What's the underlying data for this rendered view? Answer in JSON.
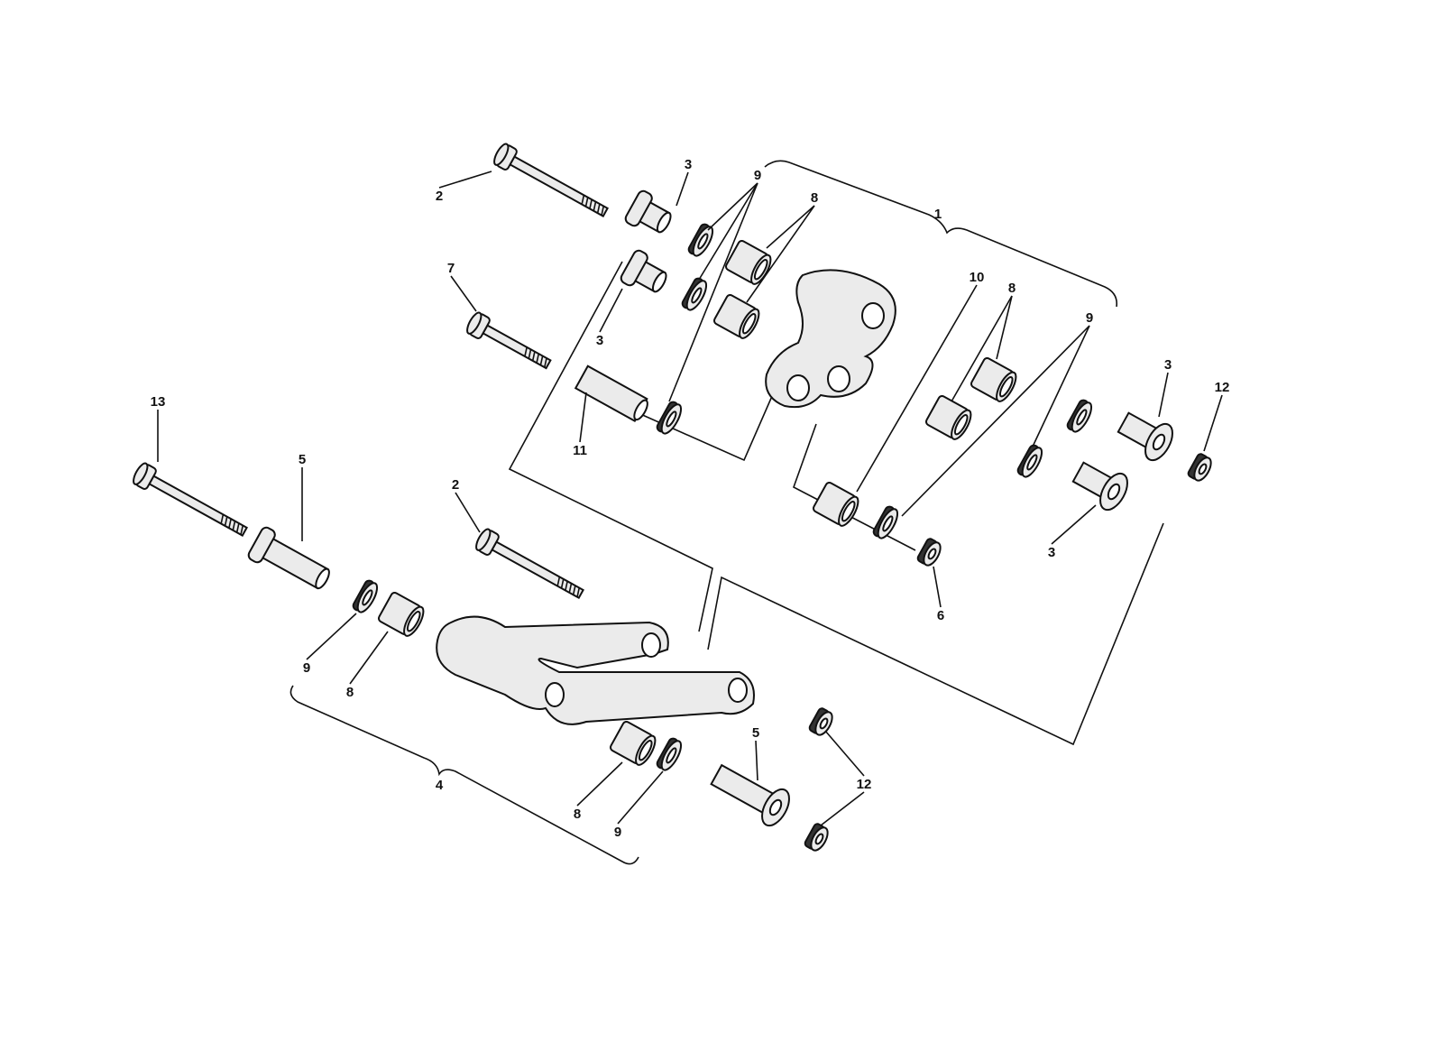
{
  "diagram": {
    "type": "exploded-parts-view",
    "callouts": [
      "2",
      "3",
      "9",
      "8",
      "1",
      "7",
      "3",
      "10",
      "8",
      "9",
      "3",
      "12",
      "11",
      "13",
      "5",
      "2",
      "3",
      "6",
      "9",
      "8",
      "4",
      "5",
      "12",
      "8",
      "9"
    ]
  }
}
